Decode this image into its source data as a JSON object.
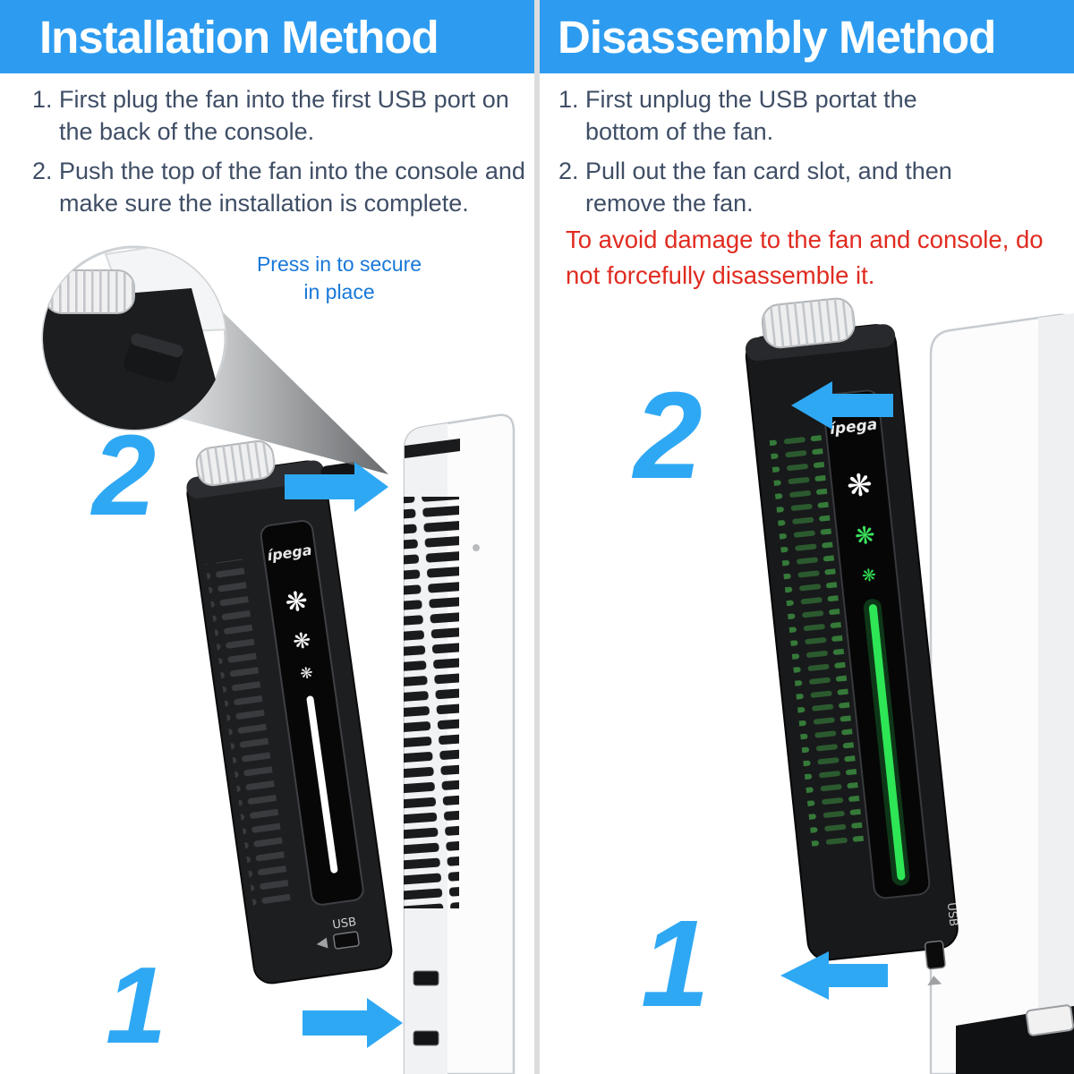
{
  "colors": {
    "banner_blue": "#2d9cf0",
    "accent_blue": "#2fa8f4",
    "callout_blue": "#1878d8",
    "warning_red": "#e02b20",
    "led_green": "#2ee655",
    "body_text": "#3f4e66"
  },
  "left": {
    "title": "Installation Method",
    "steps": [
      {
        "num": "1.",
        "text": "First plug the fan into the first USB port on the back of the console."
      },
      {
        "num": "2.",
        "text": "Push the top of the fan into the console and make sure the installation is complete."
      }
    ],
    "callout": "Press in to secure in place",
    "numeral_step2": "2",
    "numeral_step1": "1"
  },
  "right": {
    "title": "Disassembly Method",
    "steps": [
      {
        "num": "1.",
        "text": "First unplug the USB portat the bottom of the fan."
      },
      {
        "num": "2.",
        "text": "Pull out the fan card slot, and then remove the fan."
      }
    ],
    "warning": "To avoid damage to the fan and console, do not forcefully disassemble it.",
    "numeral_step2": "2",
    "numeral_step1": "1"
  },
  "product": {
    "brand": "ípega",
    "usb_label": "USB",
    "fan_icon": "❋"
  }
}
